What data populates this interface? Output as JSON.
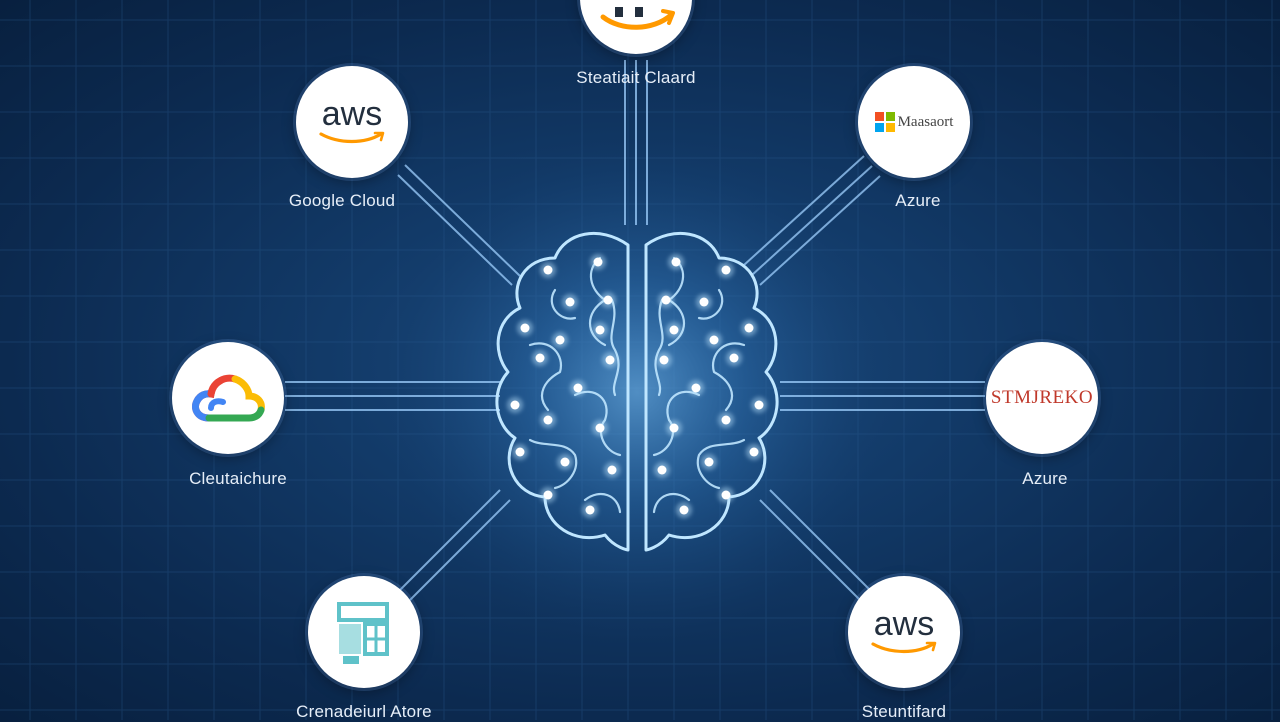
{
  "colors": {
    "background": "#0f3560",
    "grid": "#2b5d92",
    "connector": "#9fd0ff",
    "brain": "#bfe6ff",
    "node_fill": "#ffffff",
    "label_text": "#e6eef8",
    "aws_text": "#232f3e",
    "aws_orange": "#ff9900",
    "microsoft_red": "#f25022",
    "microsoft_green": "#7fba00",
    "microsoft_blue": "#00a4ef",
    "microsoft_yellow": "#ffb900",
    "stamp_red": "#c0392b",
    "teal_icon": "#5fc2c9"
  },
  "nodes": [
    {
      "id": "top",
      "logo_icon": "amazon-smile-logo",
      "label": "Steatiait Claard"
    },
    {
      "id": "top-left",
      "logo_icon": "aws-logo",
      "logo_text": "aws",
      "label": "Google Cloud"
    },
    {
      "id": "top-right",
      "logo_icon": "microsoft-logo",
      "logo_text": "Maasaort",
      "label": "Azure"
    },
    {
      "id": "mid-left",
      "logo_icon": "google-cloud-logo",
      "label": "Cleutaichure"
    },
    {
      "id": "mid-right",
      "logo_icon": "text-logo",
      "logo_text": "STMJREKO",
      "label": "Azure"
    },
    {
      "id": "bottom-left",
      "logo_icon": "box-stack-logo",
      "label": "Crenadeiurl Atore"
    },
    {
      "id": "bottom-right",
      "logo_icon": "aws-logo",
      "logo_text": "aws",
      "label": "Steuntifard"
    }
  ],
  "center": {
    "icon": "brain-circuit-icon"
  }
}
